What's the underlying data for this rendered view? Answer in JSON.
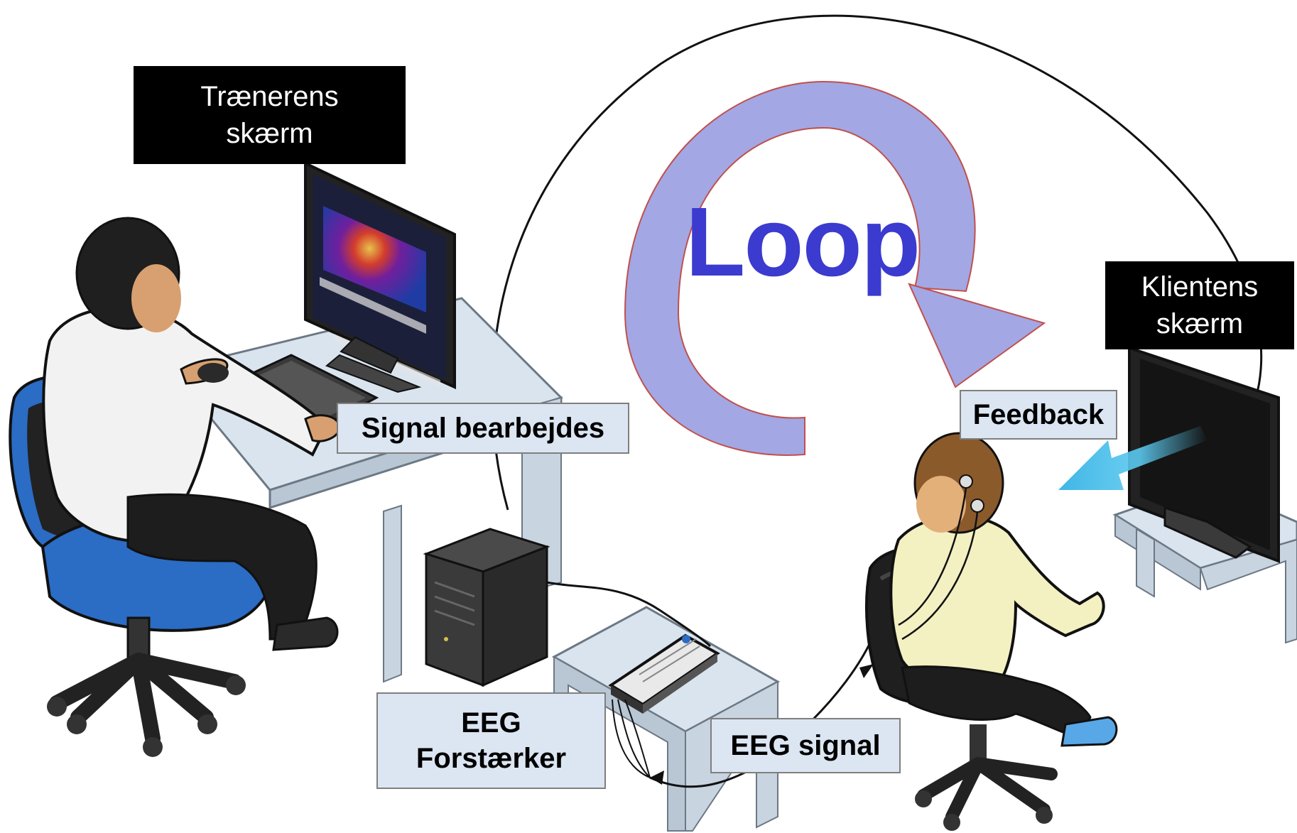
{
  "labels": {
    "trainer_screen": [
      "Trænerens",
      "skærm"
    ],
    "client_screen": [
      "Klientens",
      "skærm"
    ],
    "signal_processed": "Signal bearbejdes",
    "feedback": "Feedback",
    "eeg_amplifier": [
      "EEG",
      "Forstærker"
    ],
    "eeg_signal": "EEG signal",
    "loop": "Loop"
  },
  "colors": {
    "loop_arrow_fill": "#a3a7e4",
    "loop_arrow_stroke": "#c0504d",
    "loop_text": "#3b3bcf",
    "label_dark_bg": "#000000",
    "label_light_bg": "#dce6f2",
    "chair_blue": "#2b6cc4",
    "feedback_arrow": "#5bc8ee"
  },
  "icons": [
    "trainer-person-icon",
    "client-person-icon",
    "trainer-monitor-icon",
    "client-monitor-icon",
    "computer-tower-icon",
    "eeg-amplifier-icon",
    "keyboard-icon"
  ]
}
